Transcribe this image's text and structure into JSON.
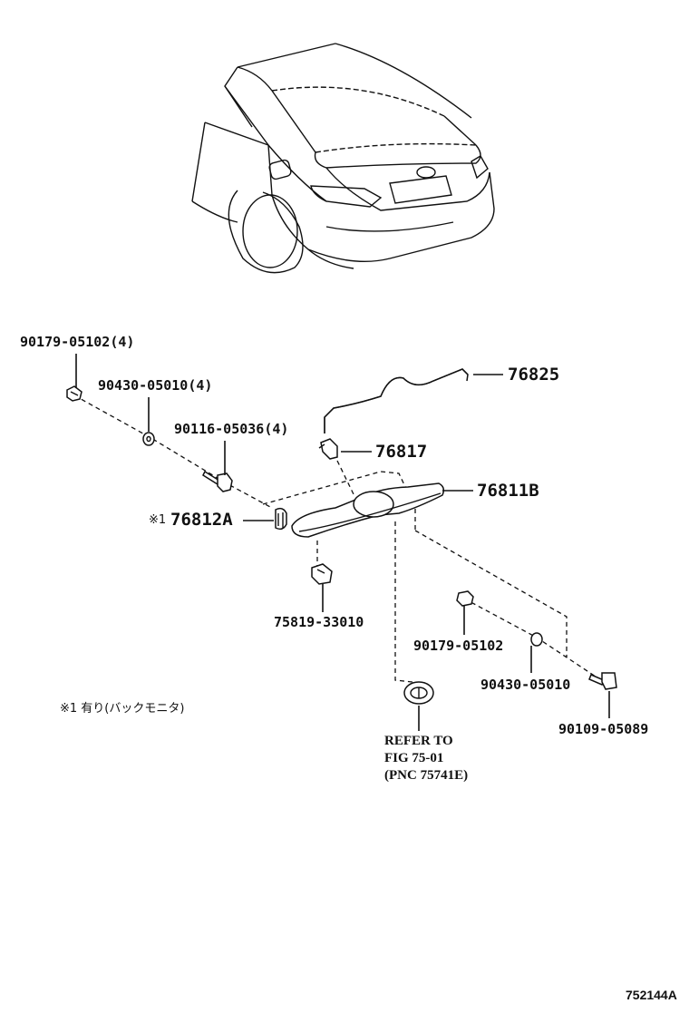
{
  "diagram": {
    "parts": {
      "p1": "90179-05102(4)",
      "p2": "90430-05010(4)",
      "p3": "90116-05036(4)",
      "p4": "76825",
      "p5": "76817",
      "p6": "76811B",
      "p7": "76812A",
      "p7_prefix": "※1",
      "p8": "75819-33010",
      "p9": "90179-05102",
      "p10": "90430-05010",
      "p11": "90109-05089"
    },
    "note": "※1 有り(バックモニタ)",
    "refer": {
      "line1": "REFER TO",
      "line2": "FIG 75-01",
      "line3": "(PNC 75741E)"
    },
    "figure_id": "752144A"
  }
}
